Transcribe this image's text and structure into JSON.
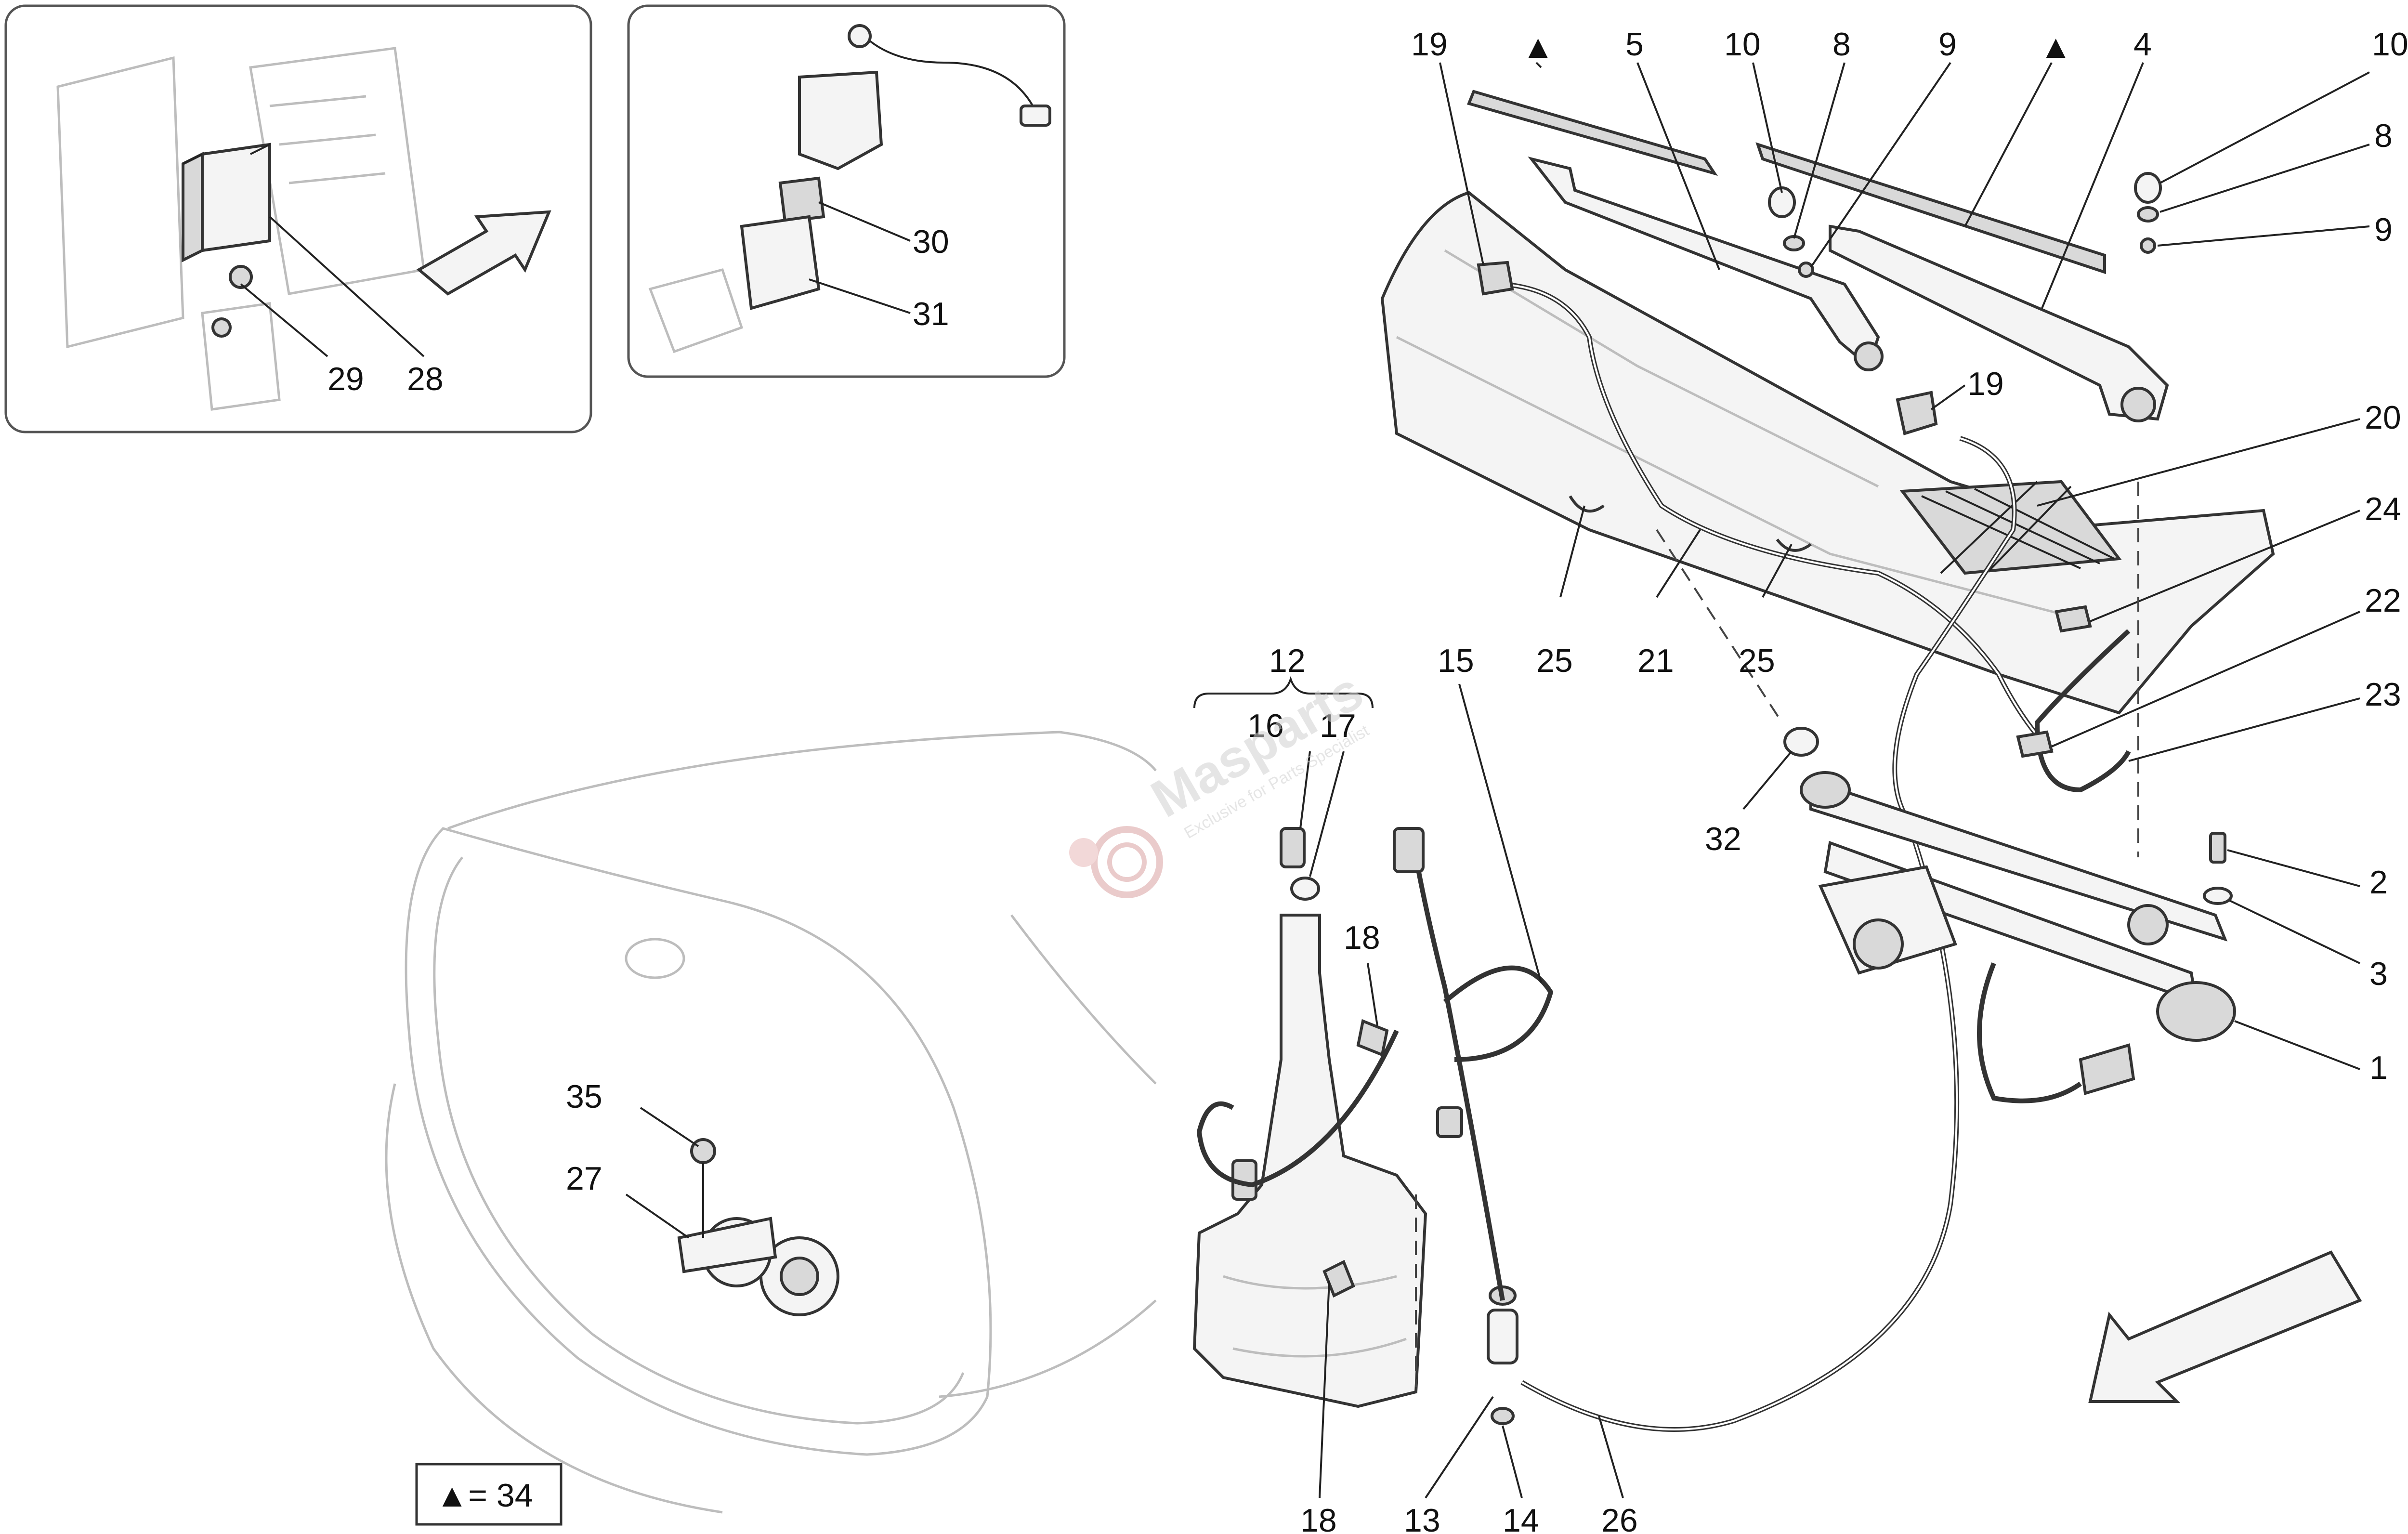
{
  "callouts": {
    "c1": "1",
    "c2": "2",
    "c3": "3",
    "c4": "4",
    "c5": "5",
    "c8a": "8",
    "c8b": "8",
    "c9a": "9",
    "c9b": "9",
    "c10a": "10",
    "c10b": "10",
    "c12": "12",
    "c13": "13",
    "c14": "14",
    "c15": "15",
    "c16": "16",
    "c17": "17",
    "c18a": "18",
    "c18b": "18",
    "c19a": "19",
    "c19b": "19",
    "c20": "20",
    "c21": "21",
    "c22": "22",
    "c23": "23",
    "c24": "24",
    "c25a": "25",
    "c25b": "25",
    "c26": "26",
    "c27": "27",
    "c28": "28",
    "c29": "29",
    "c30": "30",
    "c31": "31",
    "c32": "32",
    "c35": "35"
  },
  "triangle_markers": [
    "▲",
    "▲"
  ],
  "legend": {
    "text": "▲= 34"
  },
  "watermark": {
    "brand": "Masparts",
    "tagline": "Exclusive for Parts Specialist"
  },
  "colors": {
    "line": "#222222",
    "watermark": "#d9a0a0",
    "ghost": "#bdbdbd"
  }
}
